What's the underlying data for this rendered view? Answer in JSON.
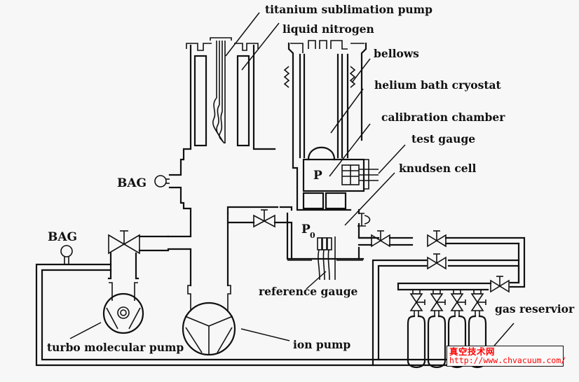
{
  "diagram": {
    "type": "vacuum calibration system schematic",
    "labels": {
      "titanium_sublimation_pump": "titanium sublimation pump",
      "liquid_nitrogen": "liquid nitrogen",
      "bellows": "bellows",
      "helium_bath_cryostat": "helium bath cryostat",
      "calibration_chamber": "calibration chamber",
      "test_gauge": "test gauge",
      "knudsen_cell": "knudsen cell",
      "bag_upper": "BAG",
      "bag_lower": "BAG",
      "p": "P",
      "p0_main": "P",
      "p0_sub": "0",
      "reference_gauge": "reference gauge",
      "turbo_molecular_pump": "turbo molecular pump",
      "ion_pump": "ion pump",
      "gas_reservior": "gas reservior"
    },
    "gas_cylinder_count": 4
  },
  "watermark": {
    "site_name": "真空技术网",
    "url": "http://www.chvacuum.com/",
    "color": "#ff0000"
  }
}
